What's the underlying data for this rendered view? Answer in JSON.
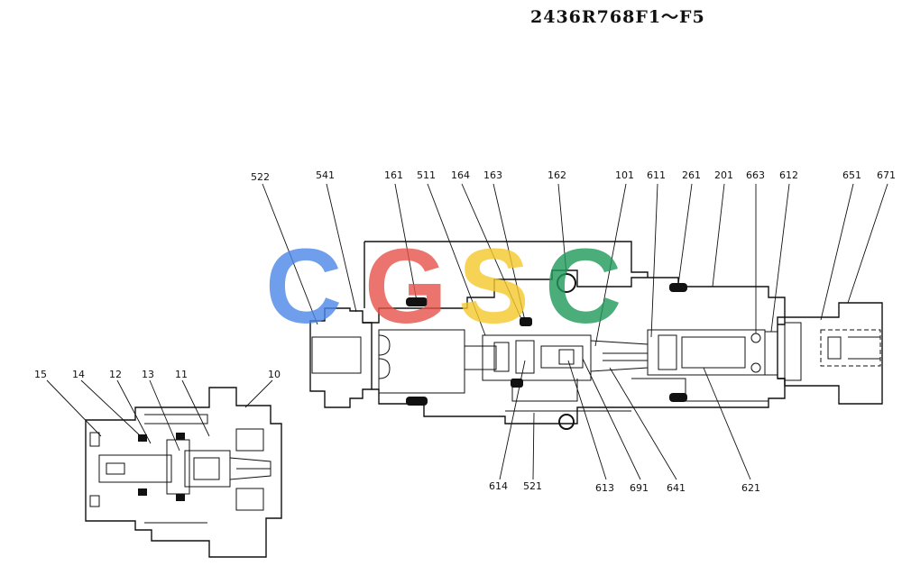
{
  "title": "2436R768F1～F5",
  "watermark": {
    "letters": [
      "C",
      "G",
      "S",
      "C"
    ],
    "colors": [
      "#4a86e8",
      "#e8524a",
      "#f6c92b",
      "#1f9a5a"
    ]
  },
  "main_labels": [
    "522",
    "541",
    "161",
    "511",
    "164",
    "163",
    "162",
    "101",
    "611",
    "261",
    "201",
    "663",
    "612",
    "651",
    "671",
    "614",
    "521",
    "613",
    "691",
    "641",
    "621"
  ],
  "inset_labels": [
    "15",
    "14",
    "12",
    "13",
    "11",
    "10"
  ]
}
